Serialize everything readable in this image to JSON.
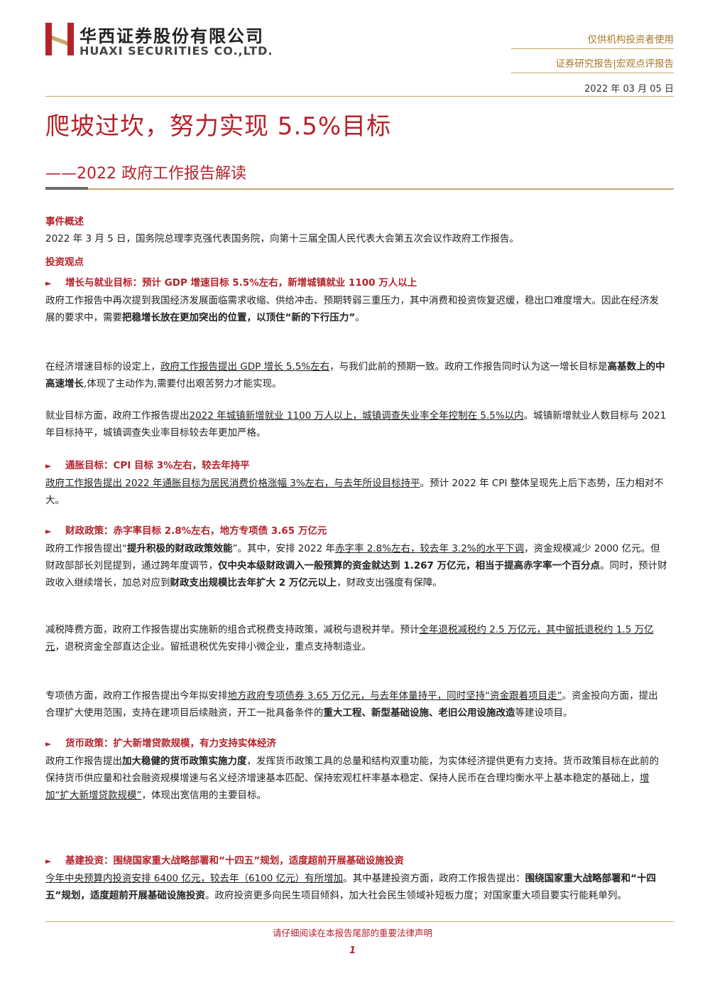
{
  "header": {
    "company_cn": "华西证券股份有限公司",
    "company_en": "HUAXI SECURITIES CO.,LTD.",
    "audience": "仅供机构投资者使用",
    "report_type": "证券研究报告|宏观点评报告",
    "date": "2022 年 03 月 05 日",
    "brand_color": "#b5222a",
    "accent_color": "#c9a66b"
  },
  "title": "爬坡过坎，努力实现 5.5%目标",
  "subtitle": "——2022 政府工作报告解读",
  "event": {
    "heading": "事件概述",
    "text": "2022 年 3 月 5 日，国务院总理李克强代表国务院，向第十三届全国人民代表大会第五次会议作政府工作报告。"
  },
  "views": {
    "heading": "投资观点",
    "bullet_icon": "triangle-right-icon",
    "s1": {
      "heading": "增长与就业目标：预计 GDP 增速目标 5.5%左右，新增城镇就业 1100 万人以上",
      "p1a": "政府工作报告中再次提到我国经济发展面临需求收缩、供给冲击、预期转弱三重压力，其中消费和投资恢复迟缓，稳出口难度增大。因此在经济发展的要求中，需要",
      "p1b": "把稳增长放在更加突出的位置，以顶住“新的下行压力”",
      "p1c": "。",
      "p2a": "在经济增速目标的设定上，",
      "p2b": "政府工作报告提出 GDP 增长 5.5%左右",
      "p2c": "，与我们此前的预期一致。政府工作报告同时认为这一增长目标是",
      "p2d": "高基数上的中高速增长",
      "p2e": ",体现了主动作为,需要付出艰苦努力才能实现。",
      "p3a": "就业目标方面，政府工作报告提出",
      "p3b": "2022 年城镇新增就业 1100 万人以上，城镇调查失业率全年控制在 5.5%以内",
      "p3c": "。城镇新增就业人数目标与 2021 年目标持平，城镇调查失业率目标较去年更加严格。"
    },
    "s2": {
      "heading": "通胀目标：CPI 目标 3%左右，较去年持平",
      "p1a": "政府工作报告提出 2022 年通胀目标为居民消费价格涨幅 3%左右，与去年所设目标持平",
      "p1b": "。预计 2022 年 CPI 整体呈现先上后下态势，压力相对不大。"
    },
    "s3": {
      "heading": "财政政策：赤字率目标 2.8%左右，地方专项债 3.65 万亿元",
      "p1a": "政府工作报告提出“",
      "p1b": "提升积极的财政政策效能",
      "p1c": "”。其中，安排 2022 年",
      "p1d": "赤字率 2.8%左右，较去年 3.2%的水平下调",
      "p1e": "，资金规模减少 2000 亿元。但财政部部长刘昆提到，通过跨年度调节，",
      "p1f": "仅中央本级财政调入一般预算的资金就达到 1.267 万亿元，相当于提高赤字率一个百分点",
      "p1g": "。同时，预计财政收入继续增长，加总对应到",
      "p1h": "财政支出规模比去年扩大 2 万亿元以上",
      "p1i": "，财政支出强度有保障。",
      "p2a": "减税降费方面，政府工作报告提出实施新的组合式税费支持政策，减税与退税并举。预计",
      "p2b": "全年退税减税约 2.5 万亿元，其中留抵退税约 1.5 万亿元",
      "p2c": "，退税资金全部直达企业。留抵退税优先安排小微企业，重点支持制造业。",
      "p3a": "专项债方面，政府工作报告提出今年拟安排",
      "p3b": "地方政府专项债券 3.65 万亿元，与去年体量持平，同时坚持“资金跟着项目走”",
      "p3c": "。资金投向方面，提出合理扩大使用范围，支持在建项目后续融资，开工一批具备条件的",
      "p3d": "重大工程、新型基础设施、老旧公用设施改造",
      "p3e": "等建设项目。"
    },
    "s4": {
      "heading": "货币政策：扩大新增贷款规模，有力支持实体经济",
      "p1a": "政府工作报告提出",
      "p1b": "加大稳健的货币政策实施力度",
      "p1c": "，发挥货币政策工具的总量和结构双重功能，为实体经济提供更有力支持。货币政策目标在此前的保持货币供应量和社会融资规模增速与名义经济增速基本匹配、保持宏观杠杆率基本稳定、保持人民币在合理均衡水平上基本稳定的基础上，",
      "p1d": "增加“扩大新增贷款规模”",
      "p1e": "，体现出宽信用的主要目标。"
    },
    "s5": {
      "heading": "基建投资：围绕国家重大战略部署和“十四五”规划，适度超前开展基础设施投资",
      "p1a": "今年中央预算内投资安排 6400 亿元，较去年（6100 亿元）有所增加",
      "p1b": "。其中基建投资方面，政府工作报告提出：",
      "p1c": "围绕国家重大战略部署和“十四五”规划，适度超前开展基础设施投资",
      "p1d": "。政府投资更多向民生项目倾斜，加大社会民生领域补短板力度；对国家重大项目要实行能耗单列。"
    }
  },
  "footer": {
    "notice": "请仔细阅读在本报告尾部的重要法律声明",
    "page": "1"
  }
}
